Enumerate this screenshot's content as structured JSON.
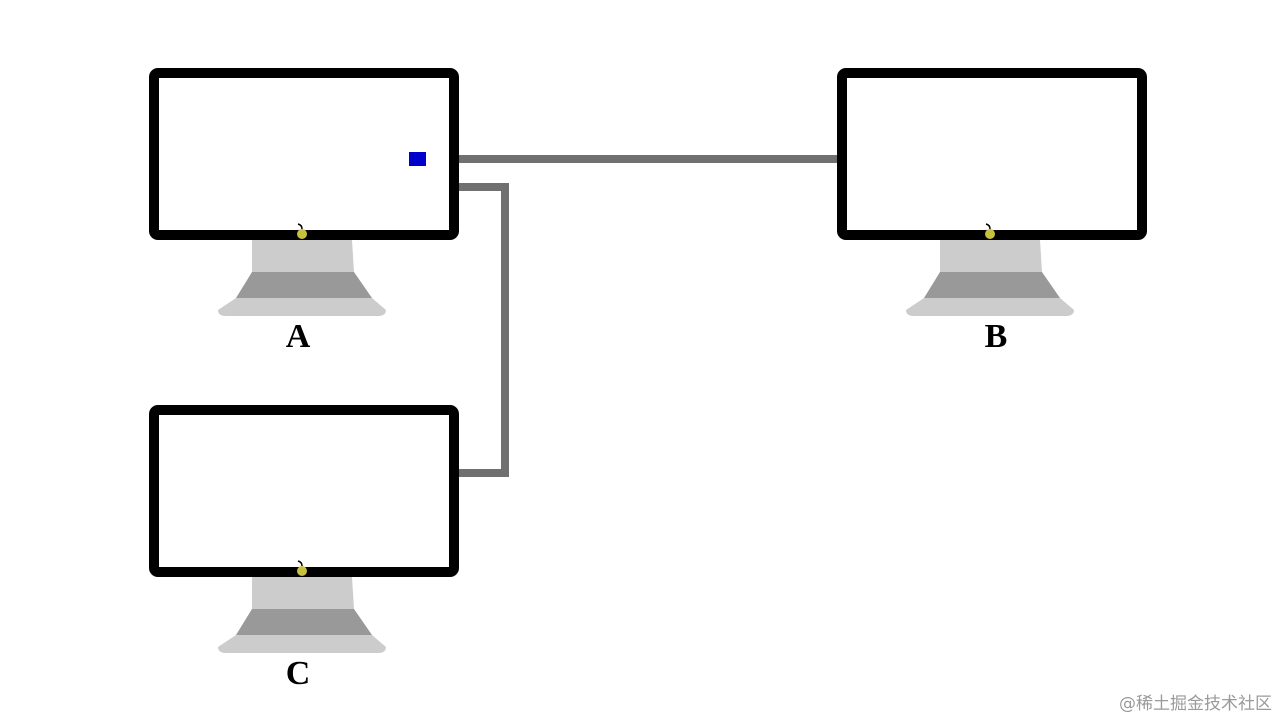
{
  "computers": [
    {
      "id": "A",
      "label": "A",
      "has_cursor": true
    },
    {
      "id": "B",
      "label": "B",
      "has_cursor": false
    },
    {
      "id": "C",
      "label": "C",
      "has_cursor": false
    }
  ],
  "connections": [
    {
      "from": "A",
      "to": "B"
    },
    {
      "from": "A",
      "to": "C"
    }
  ],
  "colors": {
    "screen_frame": "#000000",
    "screen": "#ffffff",
    "stand_light": "#cccccc",
    "stand_dark": "#999999",
    "cable": "#707070",
    "power_led": "#c8c040",
    "cursor_marker": "#0000cc"
  },
  "watermark": "@稀土掘金技术社区"
}
